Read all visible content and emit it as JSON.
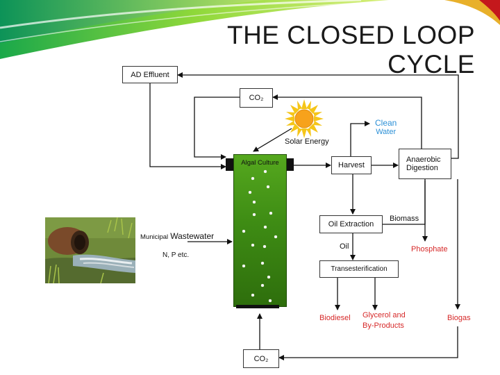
{
  "slide": {
    "title_line1": "THE CLOSED LOOP",
    "title_line2": "CYCLE"
  },
  "nodes": {
    "ad_effluent": "AD Effluent",
    "co2_top": "CO₂",
    "solar_energy": "Solar Energy",
    "algal_culture": "Algal Culture",
    "harvest": "Harvest",
    "clean_line1": "Clean",
    "clean_line2": "Water",
    "anaerobic_line1": "Anaerobic",
    "anaerobic_line2": "Digestion",
    "oil_extraction": "Oil Extraction",
    "biomass": "Biomass",
    "phosphate": "Phosphate",
    "oil": "Oil",
    "transesterification": "Transesterification",
    "biodiesel": "Biodiesel",
    "glycerol_line1": "Glycerol and",
    "glycerol_line2": "By-Products",
    "biogas": "Biogas",
    "co2_bottom": "CO₂",
    "municipal_small": "Municipal",
    "wastewater": "Wastewater",
    "np_etc": "N, P  etc."
  },
  "colors": {
    "product_red": "#d62828",
    "clean_water_blue": "#2a8fd6",
    "algae_green": "#2e7d0f",
    "banner_green": "#3fbf3f"
  }
}
